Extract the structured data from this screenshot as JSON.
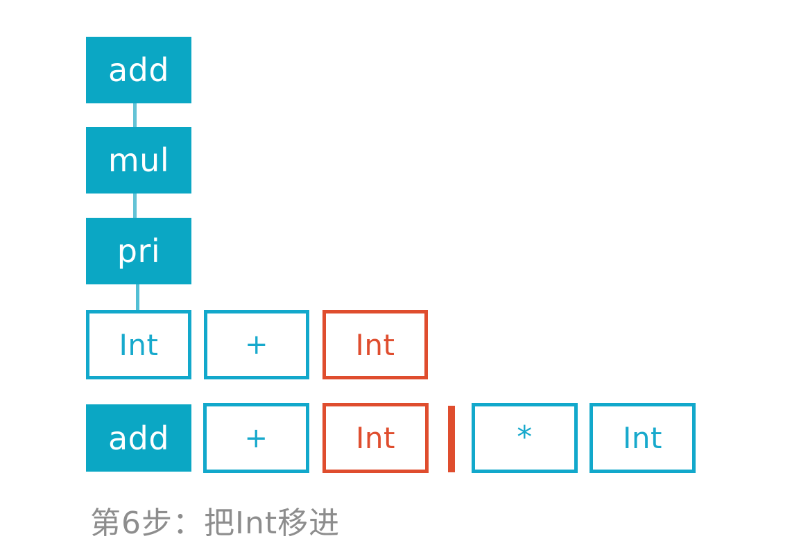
{
  "diagram": {
    "title_caption": "第6步：把Int移进",
    "colors": {
      "teal_fill": "#0ba7c4",
      "teal_outline": "#12a8cb",
      "teal_text": "#17a9cc",
      "red_outline": "#df4d2e",
      "red_text": "#df4d2e",
      "connector": "#52bfd4",
      "caption_text": "#8d8d8d",
      "background": "#ffffff"
    },
    "stack_column": {
      "label": "parse-stack",
      "nodes": [
        {
          "text": "add",
          "style": "filled"
        },
        {
          "text": "mul",
          "style": "filled"
        },
        {
          "text": "pri",
          "style": "filled"
        }
      ]
    },
    "derivation_row": {
      "label": "expansion-row",
      "nodes": [
        {
          "text": "Int",
          "style": "outline-teal"
        },
        {
          "text": "+",
          "style": "outline-teal"
        },
        {
          "text": "Int",
          "style": "outline-red"
        }
      ]
    },
    "input_row": {
      "label": "input-row",
      "nodes": [
        {
          "text": "add",
          "style": "filled"
        },
        {
          "text": "+",
          "style": "outline-teal"
        },
        {
          "text": "Int",
          "style": "outline-red"
        },
        {
          "text": "*",
          "style": "outline-teal"
        },
        {
          "text": "Int",
          "style": "outline-teal"
        }
      ],
      "separator": {
        "name": "parser-position-marker",
        "color": "#df4d2e"
      }
    }
  }
}
